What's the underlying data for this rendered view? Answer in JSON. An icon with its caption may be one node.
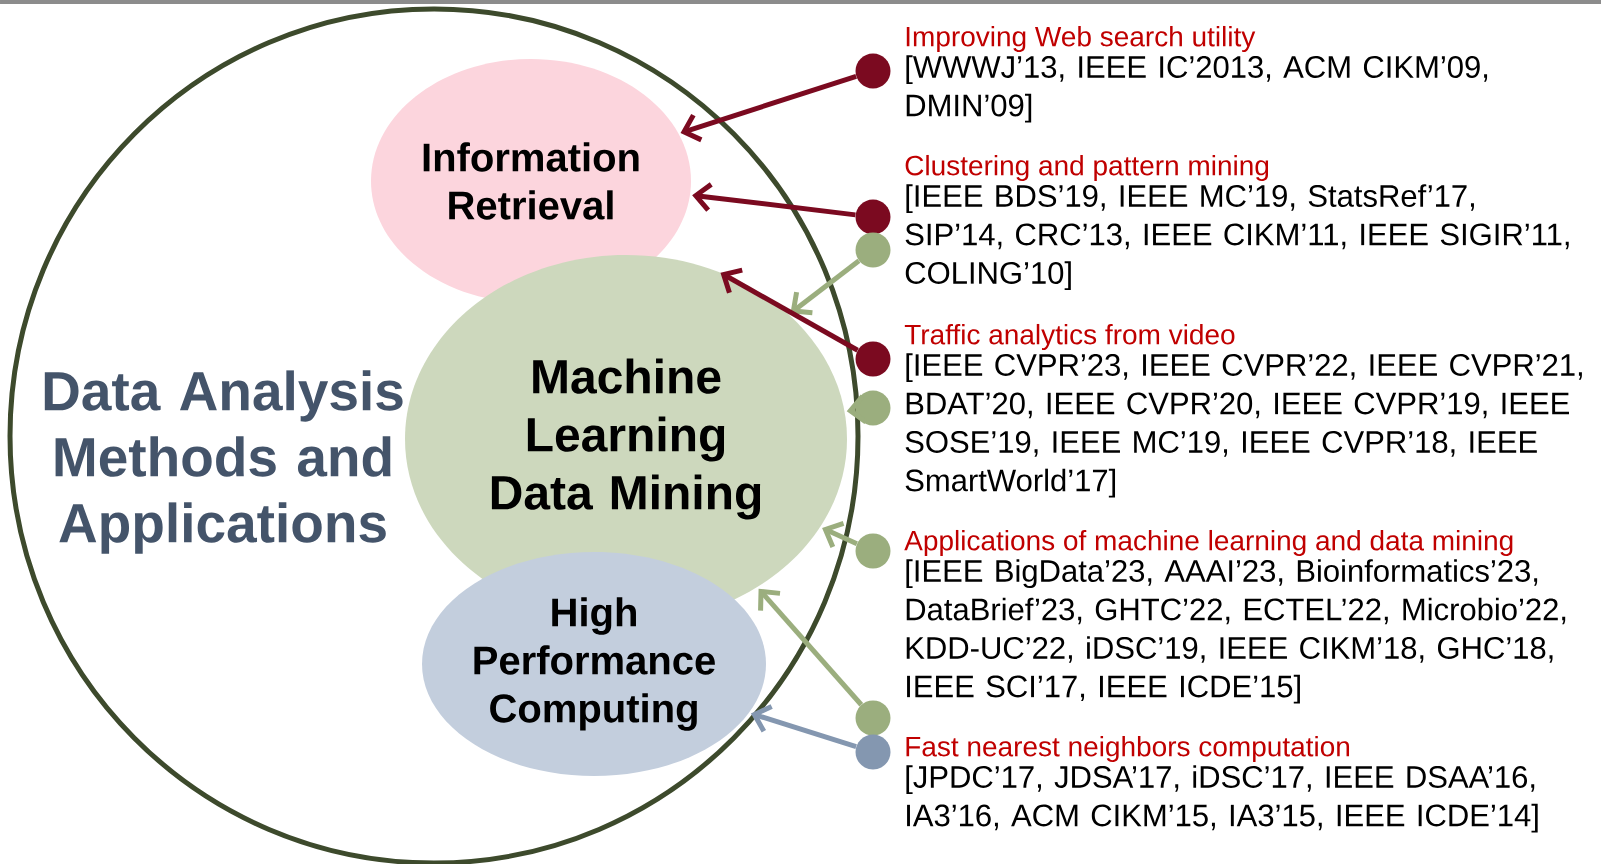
{
  "diagram": {
    "nodes": [
      {
        "text": [
          "Data Analysis Methods and Applications"
        ]
      },
      {
        "text": [
          "Information Retrieval"
        ],
        "in": 0
      },
      {
        "text": [
          "Machine Learning Data Mining"
        ],
        "in": 0
      },
      {
        "text": [
          "High Performance Computing"
        ],
        "in": 0
      },
      {
        "text": [],
        "shape": "circle"
      },
      {
        "text": [],
        "shape": "circle"
      },
      {
        "text": [],
        "shape": "circle"
      },
      {
        "text": [],
        "shape": "circle"
      },
      {
        "text": [],
        "shape": "circle"
      },
      {
        "text": [],
        "shape": "circle"
      },
      {
        "text": [],
        "shape": "circle"
      },
      {
        "text": [],
        "shape": "circle"
      }
    ],
    "edges": [
      {
        "from": 4,
        "to": 1,
        "arrow": "to",
        "color": "#7b0a20"
      },
      {
        "from": 5,
        "to": 1,
        "arrow": "to",
        "color": "#7b0a20"
      },
      {
        "from": 6,
        "to": 2,
        "arrow": "to"
      },
      {
        "from": 7,
        "to": 2,
        "arrow": "to",
        "color": "#7b0a20"
      },
      {
        "from": 8,
        "to": 2,
        "arrow": "to"
      },
      {
        "from": 9,
        "to": 2,
        "arrow": "to"
      },
      {
        "from": 10,
        "to": 2,
        "arrow": "to"
      },
      {
        "from": 11,
        "to": 3,
        "arrow": "to",
        "color": "#8497b0"
      }
    ],
    "labels": [
      "Improving Web search utility",
      "[WWWJ’13, IEEE IC’2013, ACM CIKM’09, DMIN’09]",
      "Clustering and pattern mining",
      "[IEEE BDS’19, IEEE MC’19, StatsRef’17, SIP’14, CRC’13, IEEE CIKM’11, IEEE SIGIR’11, COLING’10]",
      "Traffic analytics from video",
      "[IEEE CVPR’23, IEEE CVPR’22, IEEE CVPR’21, BDAT’20, IEEE CVPR’20, IEEE CVPR’19, IEEE SOSE’19, IEEE MC’19, IEEE CVPR’18, IEEE SmartWorld’17]",
      "Applications of machine learning and data mining",
      "[IEEE BigData’23, AAAI’23, Bioinformatics’23, DataBrief’23, GHTC’22, ECTEL’22, Microbio’22, KDD-UC’22, iDSC’19, IEEE CIKM’18, GHC’18, IEEE SCI’17, IEEE ICDE’15]",
      "Fast nearest neighbors computation",
      "[JPDC’17, JDSA’17, iDSC’17, IEEE DSAA’16, IA3’16, ACM CIKM’15, IA3’15, IEEE ICDE’14]"
    ]
  }
}
